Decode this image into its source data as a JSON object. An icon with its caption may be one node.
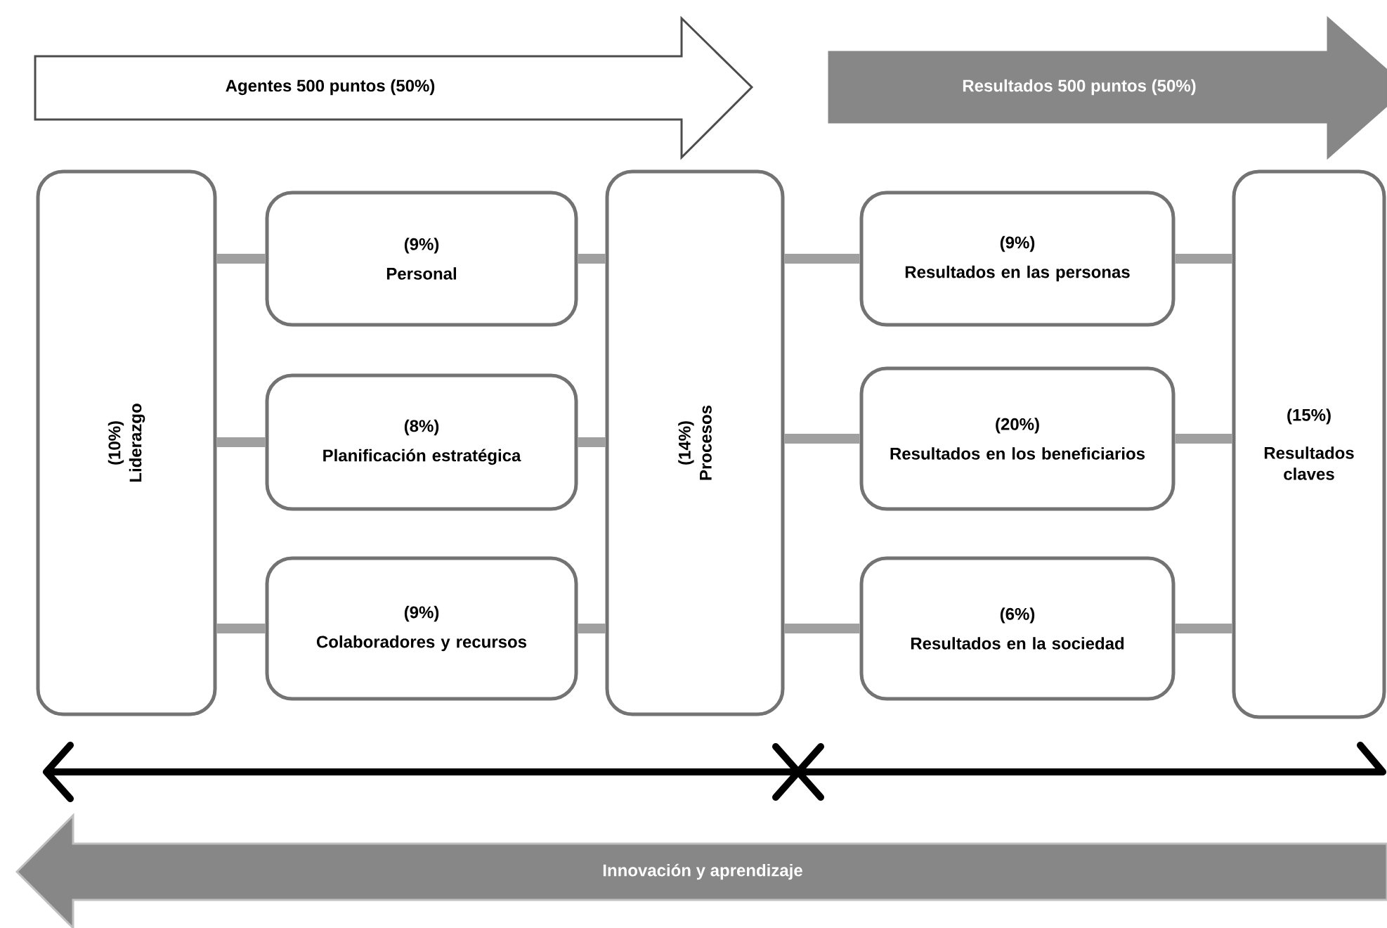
{
  "diagram": {
    "nodes": [
      {
        "text": [
          "(10%)",
          "Liderazgo"
        ]
      },
      {
        "text": [
          "(9%)",
          "Personal"
        ]
      },
      {
        "text": [
          "(8%)",
          "Planificación estratégica"
        ]
      },
      {
        "text": [
          "(9%)",
          "Colaboradores y recursos"
        ]
      },
      {
        "text": [
          "(14%)",
          "Procesos"
        ]
      },
      {
        "text": [
          "(9%)",
          "Resultados en las personas"
        ]
      },
      {
        "text": [
          "(20%)",
          "Resultados en los beneficiarios"
        ]
      },
      {
        "text": [
          "(6%)",
          "Resultados en la sociedad"
        ]
      },
      {
        "text": [
          "(15%)",
          "Resultados claves"
        ]
      },
      {
        "text": [
          "Agentes 500 puntos (50%)"
        ]
      },
      {
        "text": [
          "Resultados 500 puntos (50%)"
        ]
      },
      {
        "text": [
          "Innovación y aprendizaje"
        ]
      }
    ],
    "edges": [
      {
        "from": 0,
        "to": 1,
        "arrow": "none"
      },
      {
        "from": 0,
        "to": 2,
        "arrow": "none"
      },
      {
        "from": 0,
        "to": 3,
        "arrow": "none"
      },
      {
        "from": 1,
        "to": 4,
        "arrow": "none"
      },
      {
        "from": 2,
        "to": 4,
        "arrow": "none"
      },
      {
        "from": 3,
        "to": 4,
        "arrow": "none"
      },
      {
        "from": 4,
        "to": 5,
        "arrow": "none"
      },
      {
        "from": 4,
        "to": 6,
        "arrow": "none"
      },
      {
        "from": 4,
        "to": 7,
        "arrow": "none"
      },
      {
        "from": 5,
        "to": 8,
        "arrow": "none"
      },
      {
        "from": 6,
        "to": 8,
        "arrow": "none"
      },
      {
        "from": 7,
        "to": 8,
        "arrow": "none"
      }
    ]
  }
}
